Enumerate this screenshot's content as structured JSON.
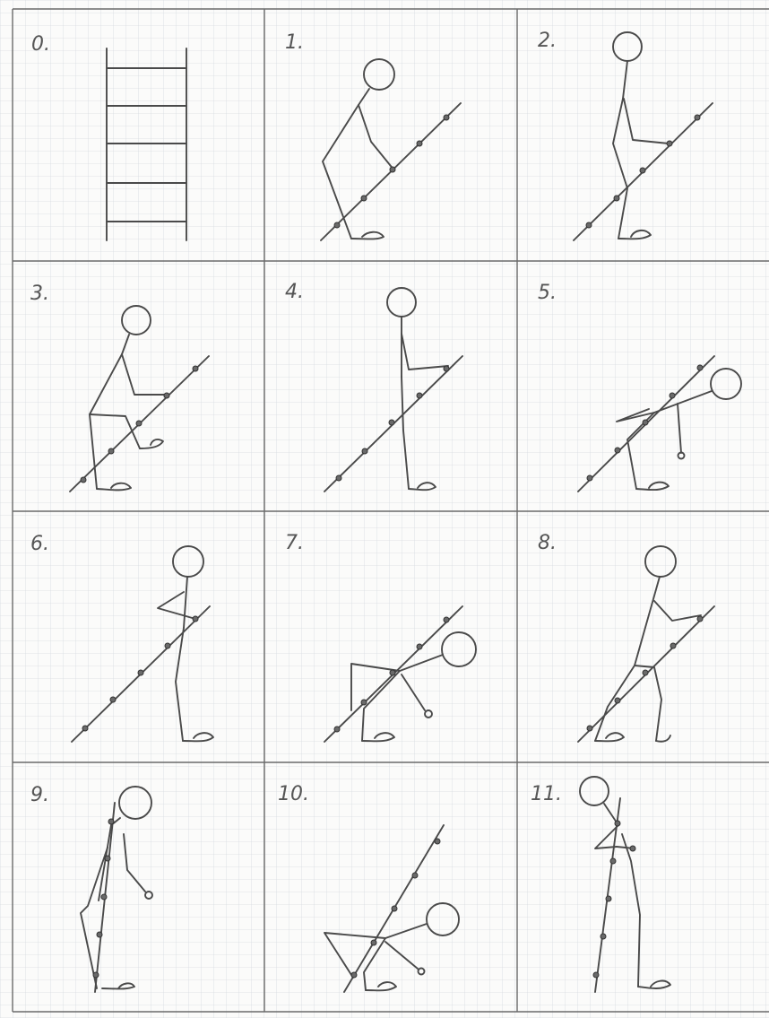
{
  "panels": [
    {
      "label": "0."
    },
    {
      "label": "1."
    },
    {
      "label": "2."
    },
    {
      "label": "3."
    },
    {
      "label": "4."
    },
    {
      "label": "5."
    },
    {
      "label": "6."
    },
    {
      "label": "7."
    },
    {
      "label": "8."
    },
    {
      "label": "9."
    },
    {
      "label": "10."
    },
    {
      "label": "11."
    }
  ],
  "colors": {
    "paper": "#fbfbfa",
    "grid": "#d7dbe0",
    "pencil": "#4a4a4a"
  }
}
